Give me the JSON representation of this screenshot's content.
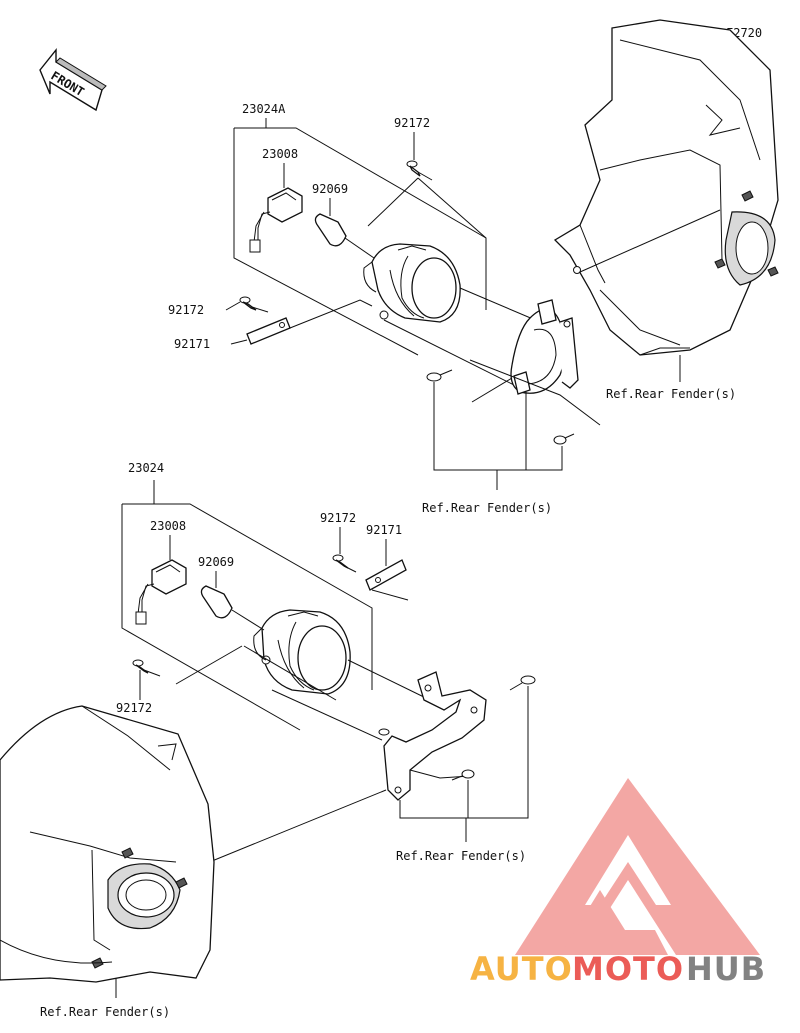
{
  "diagram_code": "F2720",
  "front_label": "FRONT",
  "upper_assembly": {
    "assembly_part": "23024A",
    "socket_part": "23008",
    "bulb_part": "92069",
    "screw_top": "92172",
    "screw_left": "92172",
    "bracket_part": "92171"
  },
  "lower_assembly": {
    "assembly_part": "23024",
    "socket_part": "23008",
    "bulb_part": "92069",
    "screw_top": "92172",
    "bracket_part": "92171",
    "screw_left": "92172"
  },
  "references": {
    "ref_upper_right": "Ref.Rear Fender(s)",
    "ref_upper_mid": "Ref.Rear Fender(s)",
    "ref_lower_mid": "Ref.Rear Fender(s)",
    "ref_lower_left": "Ref.Rear Fender(s)"
  },
  "watermark": {
    "word_a": "AUTO",
    "word_b": "MOTO",
    "word_c": "HUB",
    "color_orange": "#f5a623",
    "color_red": "#e8403a",
    "color_gray": "#6d6d6d"
  }
}
